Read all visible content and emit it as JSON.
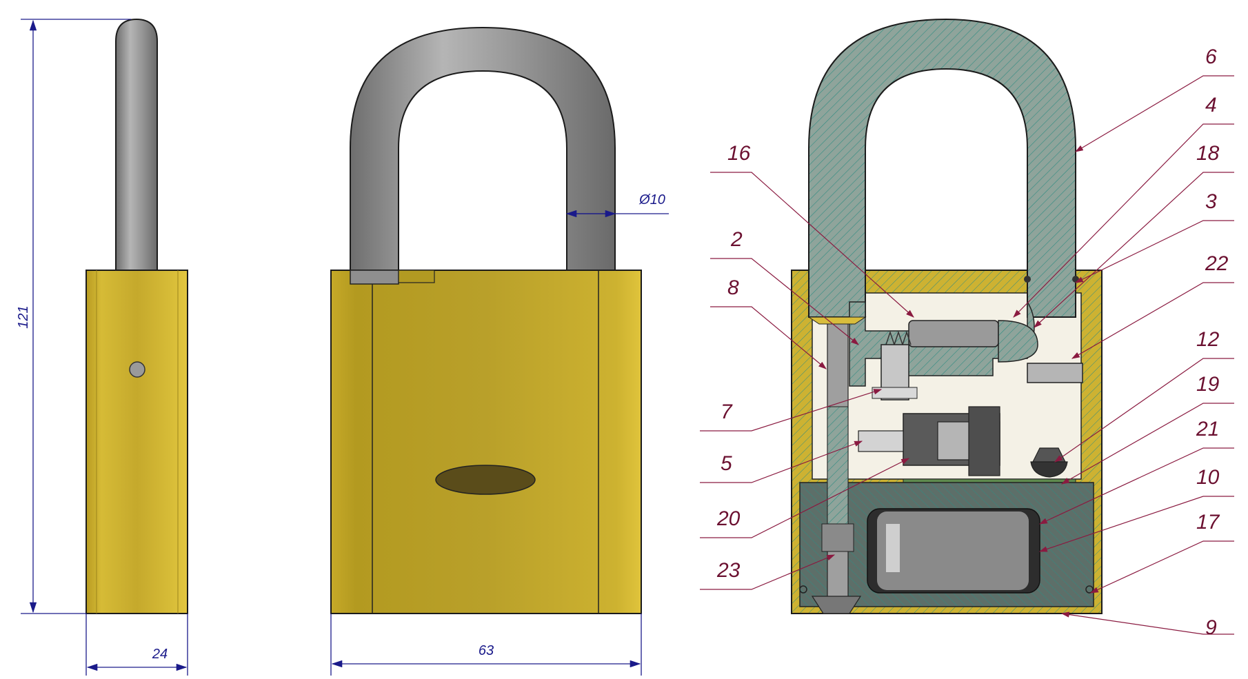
{
  "dimensions": {
    "height": "121",
    "side_width": "24",
    "front_width": "63",
    "shackle_diameter": "Ø10"
  },
  "callouts": [
    "6",
    "4",
    "18",
    "3",
    "16",
    "2",
    "22",
    "8",
    "12",
    "7",
    "19",
    "5",
    "21",
    "20",
    "10",
    "17",
    "23",
    "9"
  ],
  "colors": {
    "brass": "#c9ad2a",
    "brass_light": "#dcc23a",
    "brass_dark": "#a48c18",
    "steel": "#8f8f8f",
    "steel_light": "#bdbdbd",
    "hatch_fill": "#8ea39a",
    "hatch_line": "#2e8f84",
    "dim_color": "#1a1a8a",
    "callout_color": "#6b1030"
  }
}
